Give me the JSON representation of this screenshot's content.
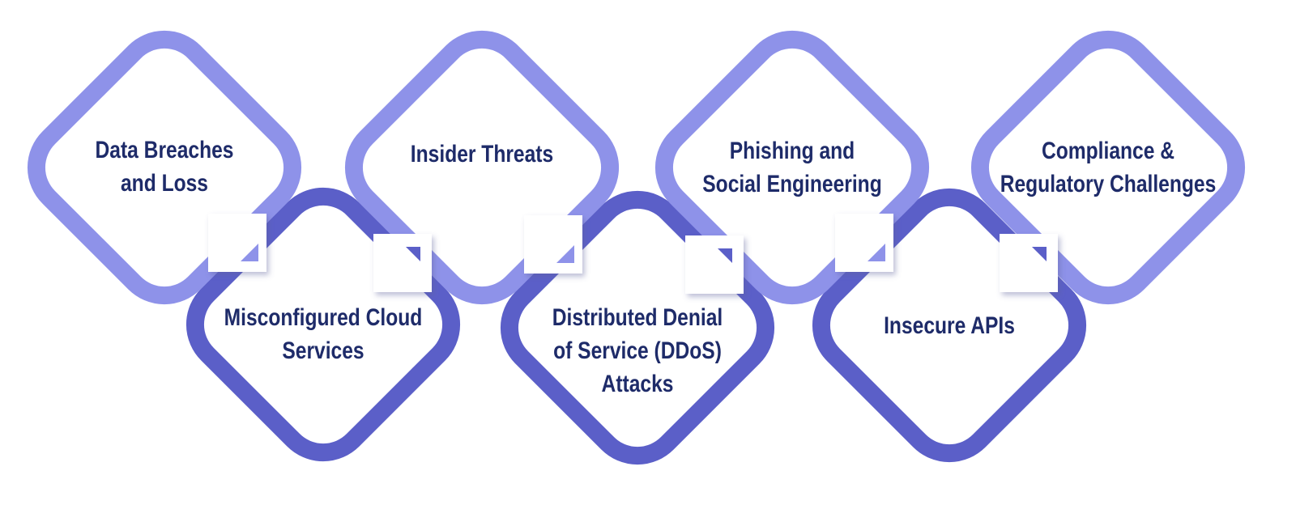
{
  "theme": {
    "background": "#ffffff",
    "light_purple": "#8e92e9",
    "dark_purple": "#5b5fc8",
    "text_navy": "#1e2b69"
  },
  "diamonds": [
    {
      "id": 1,
      "row": "top",
      "tone": "light",
      "label": "Data Breaches\nand Loss"
    },
    {
      "id": 2,
      "row": "bottom",
      "tone": "dark",
      "label": "Misconfigured Cloud\nServices"
    },
    {
      "id": 3,
      "row": "top",
      "tone": "light",
      "label": "Insider Threats"
    },
    {
      "id": 4,
      "row": "bottom",
      "tone": "dark",
      "label": "Distributed Denial\nof Service (DDoS)\nAttacks"
    },
    {
      "id": 5,
      "row": "top",
      "tone": "light",
      "label": "Phishing and\nSocial Engineering"
    },
    {
      "id": 6,
      "row": "bottom",
      "tone": "dark",
      "label": "Insecure APIs"
    },
    {
      "id": 7,
      "row": "top",
      "tone": "light",
      "label": "Compliance &\nRegulatory Challenges"
    }
  ]
}
